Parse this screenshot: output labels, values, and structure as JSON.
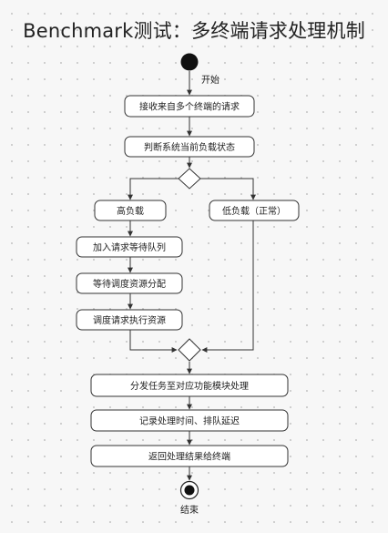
{
  "title": "Benchmark测试：多终端请求处理机制",
  "start_label": "开始",
  "end_label": "结束",
  "steps": {
    "receive": "接收来自多个终端的请求",
    "judge": "判断系统当前负载状态",
    "high_load": "高负载",
    "low_load": "低负载（正常）",
    "enqueue": "加入请求等待队列",
    "wait_schedule": "等待调度资源分配",
    "schedule_exec": "调度请求执行资源",
    "dispatch": "分发任务至对应功能模块处理",
    "record": "记录处理时间、排队延迟",
    "return": "返回处理结果给终端"
  }
}
